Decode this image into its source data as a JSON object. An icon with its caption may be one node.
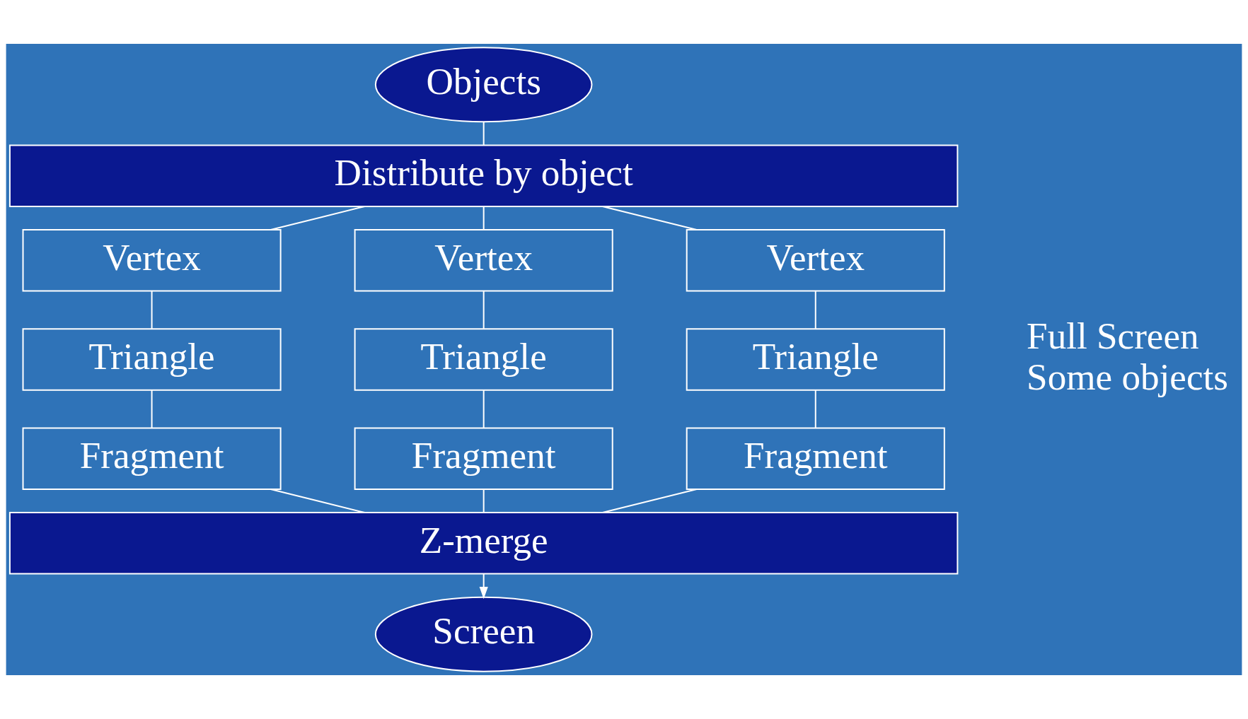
{
  "diagram": {
    "nodes": [
      {
        "text": [
          "Objects"
        ]
      },
      {
        "text": [
          "Distribute by object"
        ]
      },
      {
        "text": [
          "Vertex"
        ]
      },
      {
        "text": [
          "Vertex"
        ]
      },
      {
        "text": [
          "Vertex"
        ]
      },
      {
        "text": [
          "Triangle"
        ]
      },
      {
        "text": [
          "Triangle"
        ]
      },
      {
        "text": [
          "Triangle"
        ]
      },
      {
        "text": [
          "Fragment"
        ]
      },
      {
        "text": [
          "Fragment"
        ]
      },
      {
        "text": [
          "Fragment"
        ]
      },
      {
        "text": [
          "Z-merge"
        ]
      },
      {
        "text": [
          "Screen"
        ]
      }
    ],
    "edges": [
      {
        "from": 0,
        "to": 1,
        "arrow": "none"
      },
      {
        "from": 1,
        "to": 2,
        "arrow": "none"
      },
      {
        "from": 1,
        "to": 3,
        "arrow": "none"
      },
      {
        "from": 1,
        "to": 4,
        "arrow": "none"
      },
      {
        "from": 2,
        "to": 5,
        "arrow": "none"
      },
      {
        "from": 3,
        "to": 6,
        "arrow": "none"
      },
      {
        "from": 4,
        "to": 7,
        "arrow": "none"
      },
      {
        "from": 5,
        "to": 8,
        "arrow": "none"
      },
      {
        "from": 6,
        "to": 9,
        "arrow": "none"
      },
      {
        "from": 7,
        "to": 10,
        "arrow": "none"
      },
      {
        "from": 8,
        "to": 11,
        "arrow": "none"
      },
      {
        "from": 9,
        "to": 11,
        "arrow": "none"
      },
      {
        "from": 10,
        "to": 11,
        "arrow": "none"
      },
      {
        "from": 11,
        "to": 12,
        "arrow": "to"
      }
    ],
    "labels": [
      "Full Screen",
      "Some objects"
    ]
  }
}
